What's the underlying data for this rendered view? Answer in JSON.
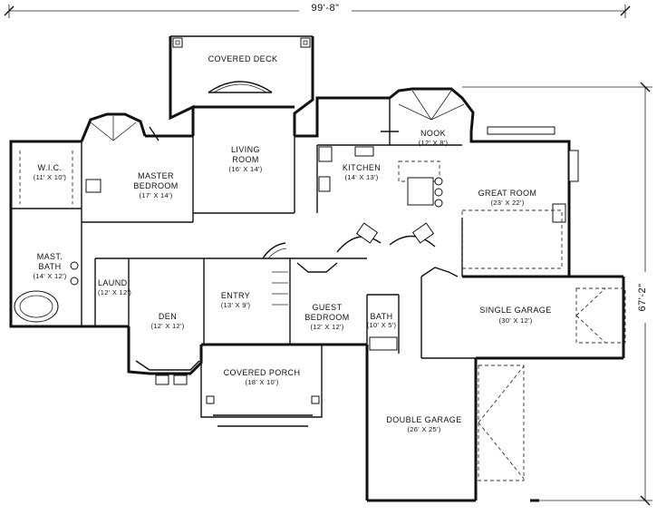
{
  "overall": {
    "width_label": "99'-8\"",
    "depth_label": "67'-2\""
  },
  "rooms": {
    "covered_deck": {
      "name": "COVERED DECK"
    },
    "nook": {
      "name": "NOOK",
      "size": "(12' X 8')"
    },
    "living_room": {
      "name_line1": "LIVING",
      "name_line2": "ROOM",
      "size": "(16' X 14')"
    },
    "kitchen": {
      "name": "KITCHEN",
      "size": "(14' X 13')"
    },
    "wic": {
      "name": "W.I.C.",
      "size": "(11' X 10')"
    },
    "master_bedroom": {
      "name_line1": "MASTER",
      "name_line2": "BEDROOM",
      "size": "(17' X 14')"
    },
    "great_room": {
      "name": "GREAT ROOM",
      "size": "(23' X 22')"
    },
    "mast_bath": {
      "name_line1": "MAST.",
      "name_line2": "BATH",
      "size": "(14' X 12')"
    },
    "laundry": {
      "name": "LAUND",
      "size": "(12' X 12')"
    },
    "entry": {
      "name": "ENTRY",
      "size": "(13' X 9')"
    },
    "guest_bedroom": {
      "name_line1": "GUEST",
      "name_line2": "BEDROOM",
      "size": "(12' X 12')"
    },
    "bath": {
      "name": "BATH",
      "size": "(10' X 5')"
    },
    "single_garage": {
      "name": "SINGLE GARAGE",
      "size": "(30' X 12')"
    },
    "den": {
      "name": "DEN",
      "size": "(12' X 12')"
    },
    "covered_porch": {
      "name": "COVERED PORCH",
      "size": "(18' X 10')"
    },
    "double_garage": {
      "name": "DOUBLE GARAGE",
      "size": "(26' X 25')"
    }
  }
}
